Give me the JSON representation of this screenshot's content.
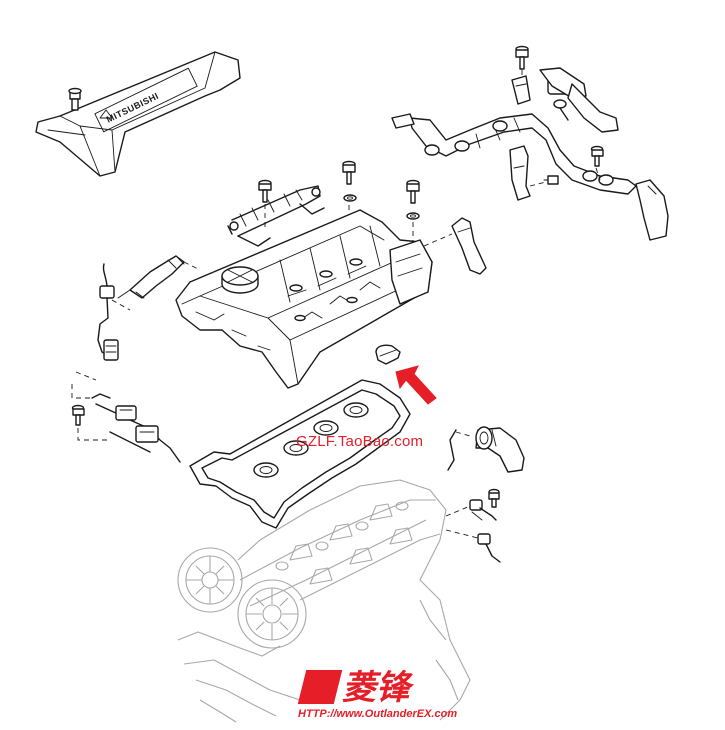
{
  "cover_badge": "MITSUBISHI",
  "watermark": "GZLF.TaoBao.com",
  "logo": {
    "text": "菱锋",
    "url": "HTTP://www.OutlanderEX.com",
    "accent_color": "#e61e28"
  },
  "arrow_color": "#e61e28"
}
